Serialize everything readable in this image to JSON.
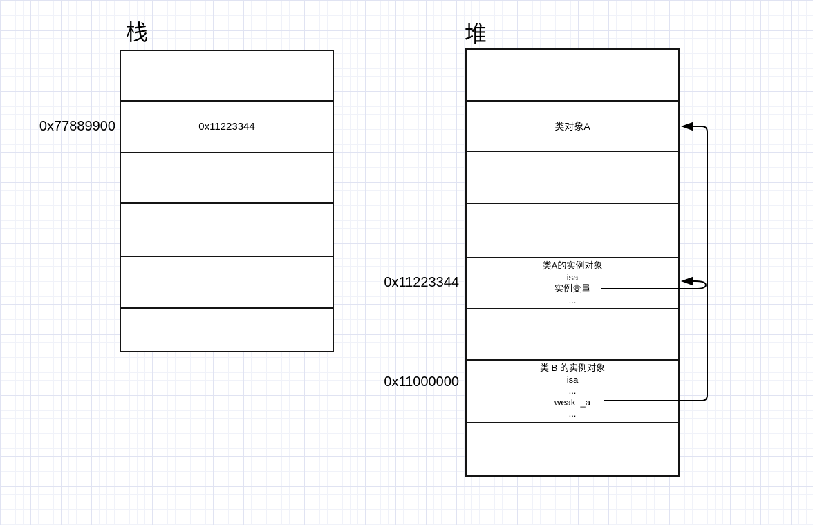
{
  "stack": {
    "title": "栈",
    "address_label": "0x77889900",
    "cell_value": "0x11223344"
  },
  "heap": {
    "title": "堆",
    "class_object_label": "类对象A",
    "instance_a": {
      "address": "0x11223344",
      "lines": [
        "类A的实例对象",
        "isa",
        "实例变量",
        "..."
      ]
    },
    "instance_b": {
      "address": "0x11000000",
      "lines": [
        "类 B 的实例对象",
        "isa",
        "...",
        "weak  _a",
        "..."
      ]
    }
  },
  "colors": {
    "line": "#000000",
    "box_border": "#141414",
    "grid_minor": "#f0f2f9",
    "grid_major": "#e0e3f2",
    "background": "#ffffff"
  }
}
